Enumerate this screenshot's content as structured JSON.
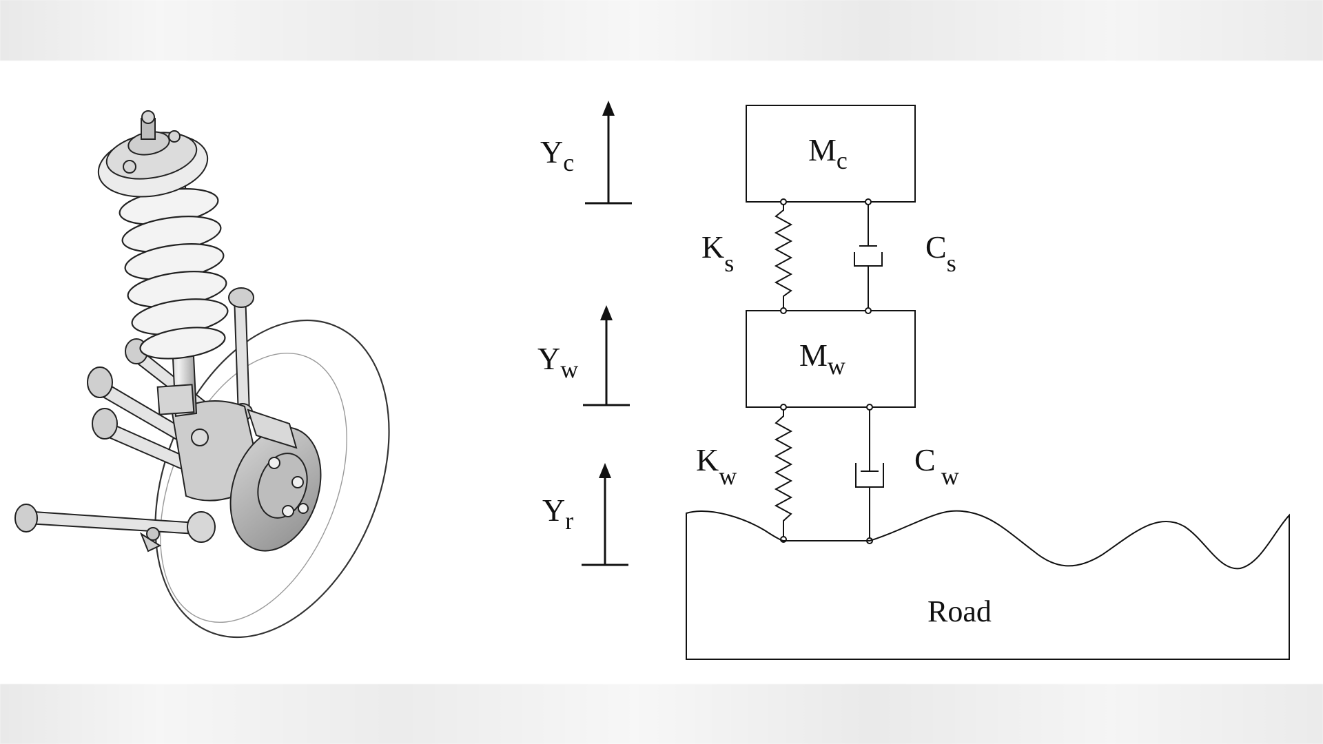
{
  "illustration": {
    "subject": "suspension-assembly-illustration"
  },
  "diagram": {
    "masses": {
      "car_body": {
        "symbol": "M",
        "sub": "c"
      },
      "wheel": {
        "symbol": "M",
        "sub": "w"
      }
    },
    "springs": {
      "suspension": {
        "symbol": "K",
        "sub": "s"
      },
      "tire": {
        "symbol": "K",
        "sub": "w"
      }
    },
    "dampers": {
      "suspension": {
        "symbol": "C",
        "sub": "s"
      },
      "tire": {
        "symbol": "C",
        "sub": "w"
      }
    },
    "displacements": {
      "car_body": {
        "symbol": "Y",
        "sub": "c"
      },
      "wheel": {
        "symbol": "Y",
        "sub": "w"
      },
      "road": {
        "symbol": "Y",
        "sub": "r"
      }
    },
    "road_label": "Road"
  }
}
